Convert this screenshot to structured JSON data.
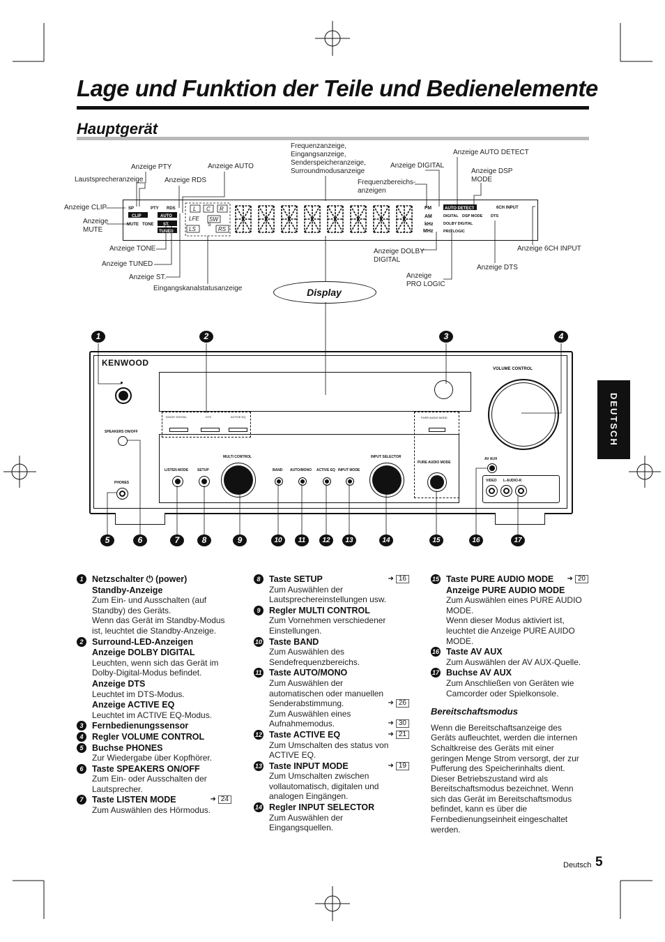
{
  "header": {
    "title": "Lage und Funktion der Teile und Bedienelemente",
    "subtitle": "Hauptgerät",
    "side_tab": "DEUTSCH"
  },
  "display_labels": {
    "freq": "Frequenzanzeige,\nEingangsanzeige,\nSenderspeicheranzeige,\nSurroundmodusanzeige",
    "auto_detect": "Anzeige AUTO DETECT",
    "pty": "Anzeige PTY",
    "auto": "Anzeige AUTO",
    "digital": "Anzeige DIGITAL",
    "dsp_mode": "Anzeige DSP\nMODE",
    "speakers": "Laustsprecheranzeige",
    "rds": "Anzeige RDS",
    "freqrange": "Frequenzbereichs-\nanzeigen",
    "clip": "Anzeige CLIP",
    "mute": "Anzeige\nMUTE",
    "tone": "Anzeige TONE",
    "tuned": "Anzeige TUNED",
    "st": "Anzeige ST.",
    "channel_status": "Eingangskanalstatusanzeige",
    "dolby_digital": "Anzeige DOLBY\nDIGITAL",
    "pro_logic": "Anzeige\nPRO LOGIC",
    "six_ch": "Anzeige 6CH INPUT",
    "dts": "Anzeige DTS",
    "display": "Display"
  },
  "vfd": {
    "sp": "SP",
    "pty": "PTY",
    "rds": "RDS",
    "clip": "CLIP",
    "auto": "AUTO",
    "mute": "MUTE",
    "tone": "TONE",
    "st": "ST.",
    "tuned": "TUNED",
    "ch_l": "L",
    "ch_c": "C",
    "ch_r": "R",
    "lfe": "LFE",
    "s": "S",
    "sw": "SW",
    "ls": "LS",
    "rs": "RS",
    "fm": "FM",
    "am": "AM",
    "khz": "kHz",
    "mhz": "MHz",
    "auto_detect": "AUTO DETECT",
    "digital": "DIGITAL",
    "dsp_mode": "DSP MODE",
    "six_ch_input": "6CH INPUT",
    "dolby_digital": "DOLBY DIGITAL",
    "dts": "DTS",
    "pro_logic": "PRO LOGIC"
  },
  "front_panel": {
    "brand": "KENWOOD",
    "volume_control": "VOLUME CONTROL",
    "speakers_onoff": "SPEAKERS ON/OFF",
    "phones": "PHONES",
    "dolby_digital": "DOLBY DIGITAL",
    "dts": "DTS",
    "active_eq": "ACTIVE EQ",
    "pure_audio_mode_led": "PURE AUDIO MODE",
    "listen_mode": "LISTEN MODE",
    "setup": "SETUP",
    "multi_control": "MULTI CONTROL",
    "band": "BAND",
    "auto_mono": "AUTO/MONO",
    "active_eq_btn": "ACTIVE EQ",
    "input_mode": "INPUT MODE",
    "input_selector": "INPUT SELECTOR",
    "pure_audio_mode": "PURE AUDIO MODE",
    "av_aux": "AV AUX",
    "video": "VIDEO",
    "l_audio_r": "L-AUDIO-R"
  },
  "callouts": [
    "1",
    "2",
    "3",
    "4",
    "5",
    "6",
    "7",
    "8",
    "9",
    "10",
    "11",
    "12",
    "13",
    "14",
    "15",
    "16",
    "17"
  ],
  "col1": [
    {
      "n": "1",
      "h": "Netzschalter ⏻ (power)"
    },
    {
      "h2": "Standby-Anzeige"
    },
    {
      "t": "Zum Ein- und Ausschalten (auf Standby) des Geräts."
    },
    {
      "t": "Wenn das Gerät im Standby-Modus ist, leuchtet die Standby-Anzeige."
    },
    {
      "n": "2",
      "h": "Surround-LED-Anzeigen"
    },
    {
      "h2": "Anzeige DOLBY DIGITAL"
    },
    {
      "t": "Leuchten, wenn sich das Gerät im Dolby-Digital-Modus befindet."
    },
    {
      "h2": "Anzeige DTS"
    },
    {
      "t": "Leuchtet im DTS-Modus."
    },
    {
      "h2": "Anzeige ACTIVE EQ"
    },
    {
      "t": "Leuchtet im ACTIVE EQ-Modus."
    },
    {
      "n": "3",
      "h": "Fernbedienungssensor"
    },
    {
      "n": "4",
      "h": "Regler VOLUME CONTROL"
    },
    {
      "n": "5",
      "h": "Buchse PHONES"
    },
    {
      "t": "Zur Wiedergabe über Kopfhörer."
    },
    {
      "n": "6",
      "h": "Taste SPEAKERS ON/OFF"
    },
    {
      "t": "Zum Ein- oder Ausschalten der Lautsprecher."
    },
    {
      "n": "7",
      "h": "Taste LISTEN MODE",
      "ref": "24"
    },
    {
      "t": "Zum Auswählen des Hörmodus."
    }
  ],
  "col2": [
    {
      "n": "8",
      "h": "Taste SETUP",
      "ref": "16"
    },
    {
      "t": "Zum Auswählen der Lautsprechereinstellungen usw."
    },
    {
      "n": "9",
      "h": "Regler MULTI CONTROL"
    },
    {
      "t": "Zum Vornehmen verschiedener Einstellungen."
    },
    {
      "n": "10",
      "h": "Taste BAND"
    },
    {
      "t": "Zum Auswählen des Sendefrequenzbereichs."
    },
    {
      "n": "11",
      "h": "Taste AUTO/MONO"
    },
    {
      "t": "Zum Auswählen der automatischen oder manuellen Senderabstimmung.",
      "ref2": "26"
    },
    {
      "t": "Zum Auswählen eines Aufnahmemodus.",
      "ref2": "30"
    },
    {
      "n": "12",
      "h": "Taste ACTIVE EQ",
      "ref": "21"
    },
    {
      "t": "Zum Umschalten des status von ACTIVE EQ."
    },
    {
      "n": "13",
      "h": "Taste INPUT MODE",
      "ref": "19"
    },
    {
      "t": "Zum Umschalten zwischen vollautomatisch, digitalen und analogen Eingängen."
    },
    {
      "n": "14",
      "h": "Regler INPUT SELECTOR"
    },
    {
      "t": "Zum Auswählen der Eingangsquellen."
    }
  ],
  "col3": [
    {
      "n": "15",
      "h": "Taste PURE AUDIO MODE",
      "ref": "20"
    },
    {
      "h2": "Anzeige PURE AUDIO MODE"
    },
    {
      "t": "Zum Auswählen eines PURE AUDIO MODE."
    },
    {
      "t": "Wenn dieser Modus aktiviert ist, leuchtet die Anzeige PURE AUIDO MODE."
    },
    {
      "n": "16",
      "h": "Taste AV AUX"
    },
    {
      "t": "Zum Auswählen der AV AUX-Quelle."
    },
    {
      "n": "17",
      "h": "Buchse AV AUX"
    },
    {
      "t": "Zum Anschließen von Geräten wie Camcorder oder Spielkonsole."
    }
  ],
  "standby": {
    "heading": "Bereitschaftsmodus",
    "text": "Wenn die Bereitschaftsanzeige des Geräts aufleuchtet, werden die internen Schaltkreise des Geräts mit einer geringen Menge Strom versorgt, der zur Pufferung des Speicherinhalts dient. Dieser Betriebszustand wird als Bereitschaftsmodus bezeichnet. Wenn sich das Gerät im Bereitschaftsmodus befindet, kann es über die Fernbedienungseinheit eingeschaltet werden."
  },
  "footer": {
    "lang": "Deutsch",
    "page": "5"
  }
}
